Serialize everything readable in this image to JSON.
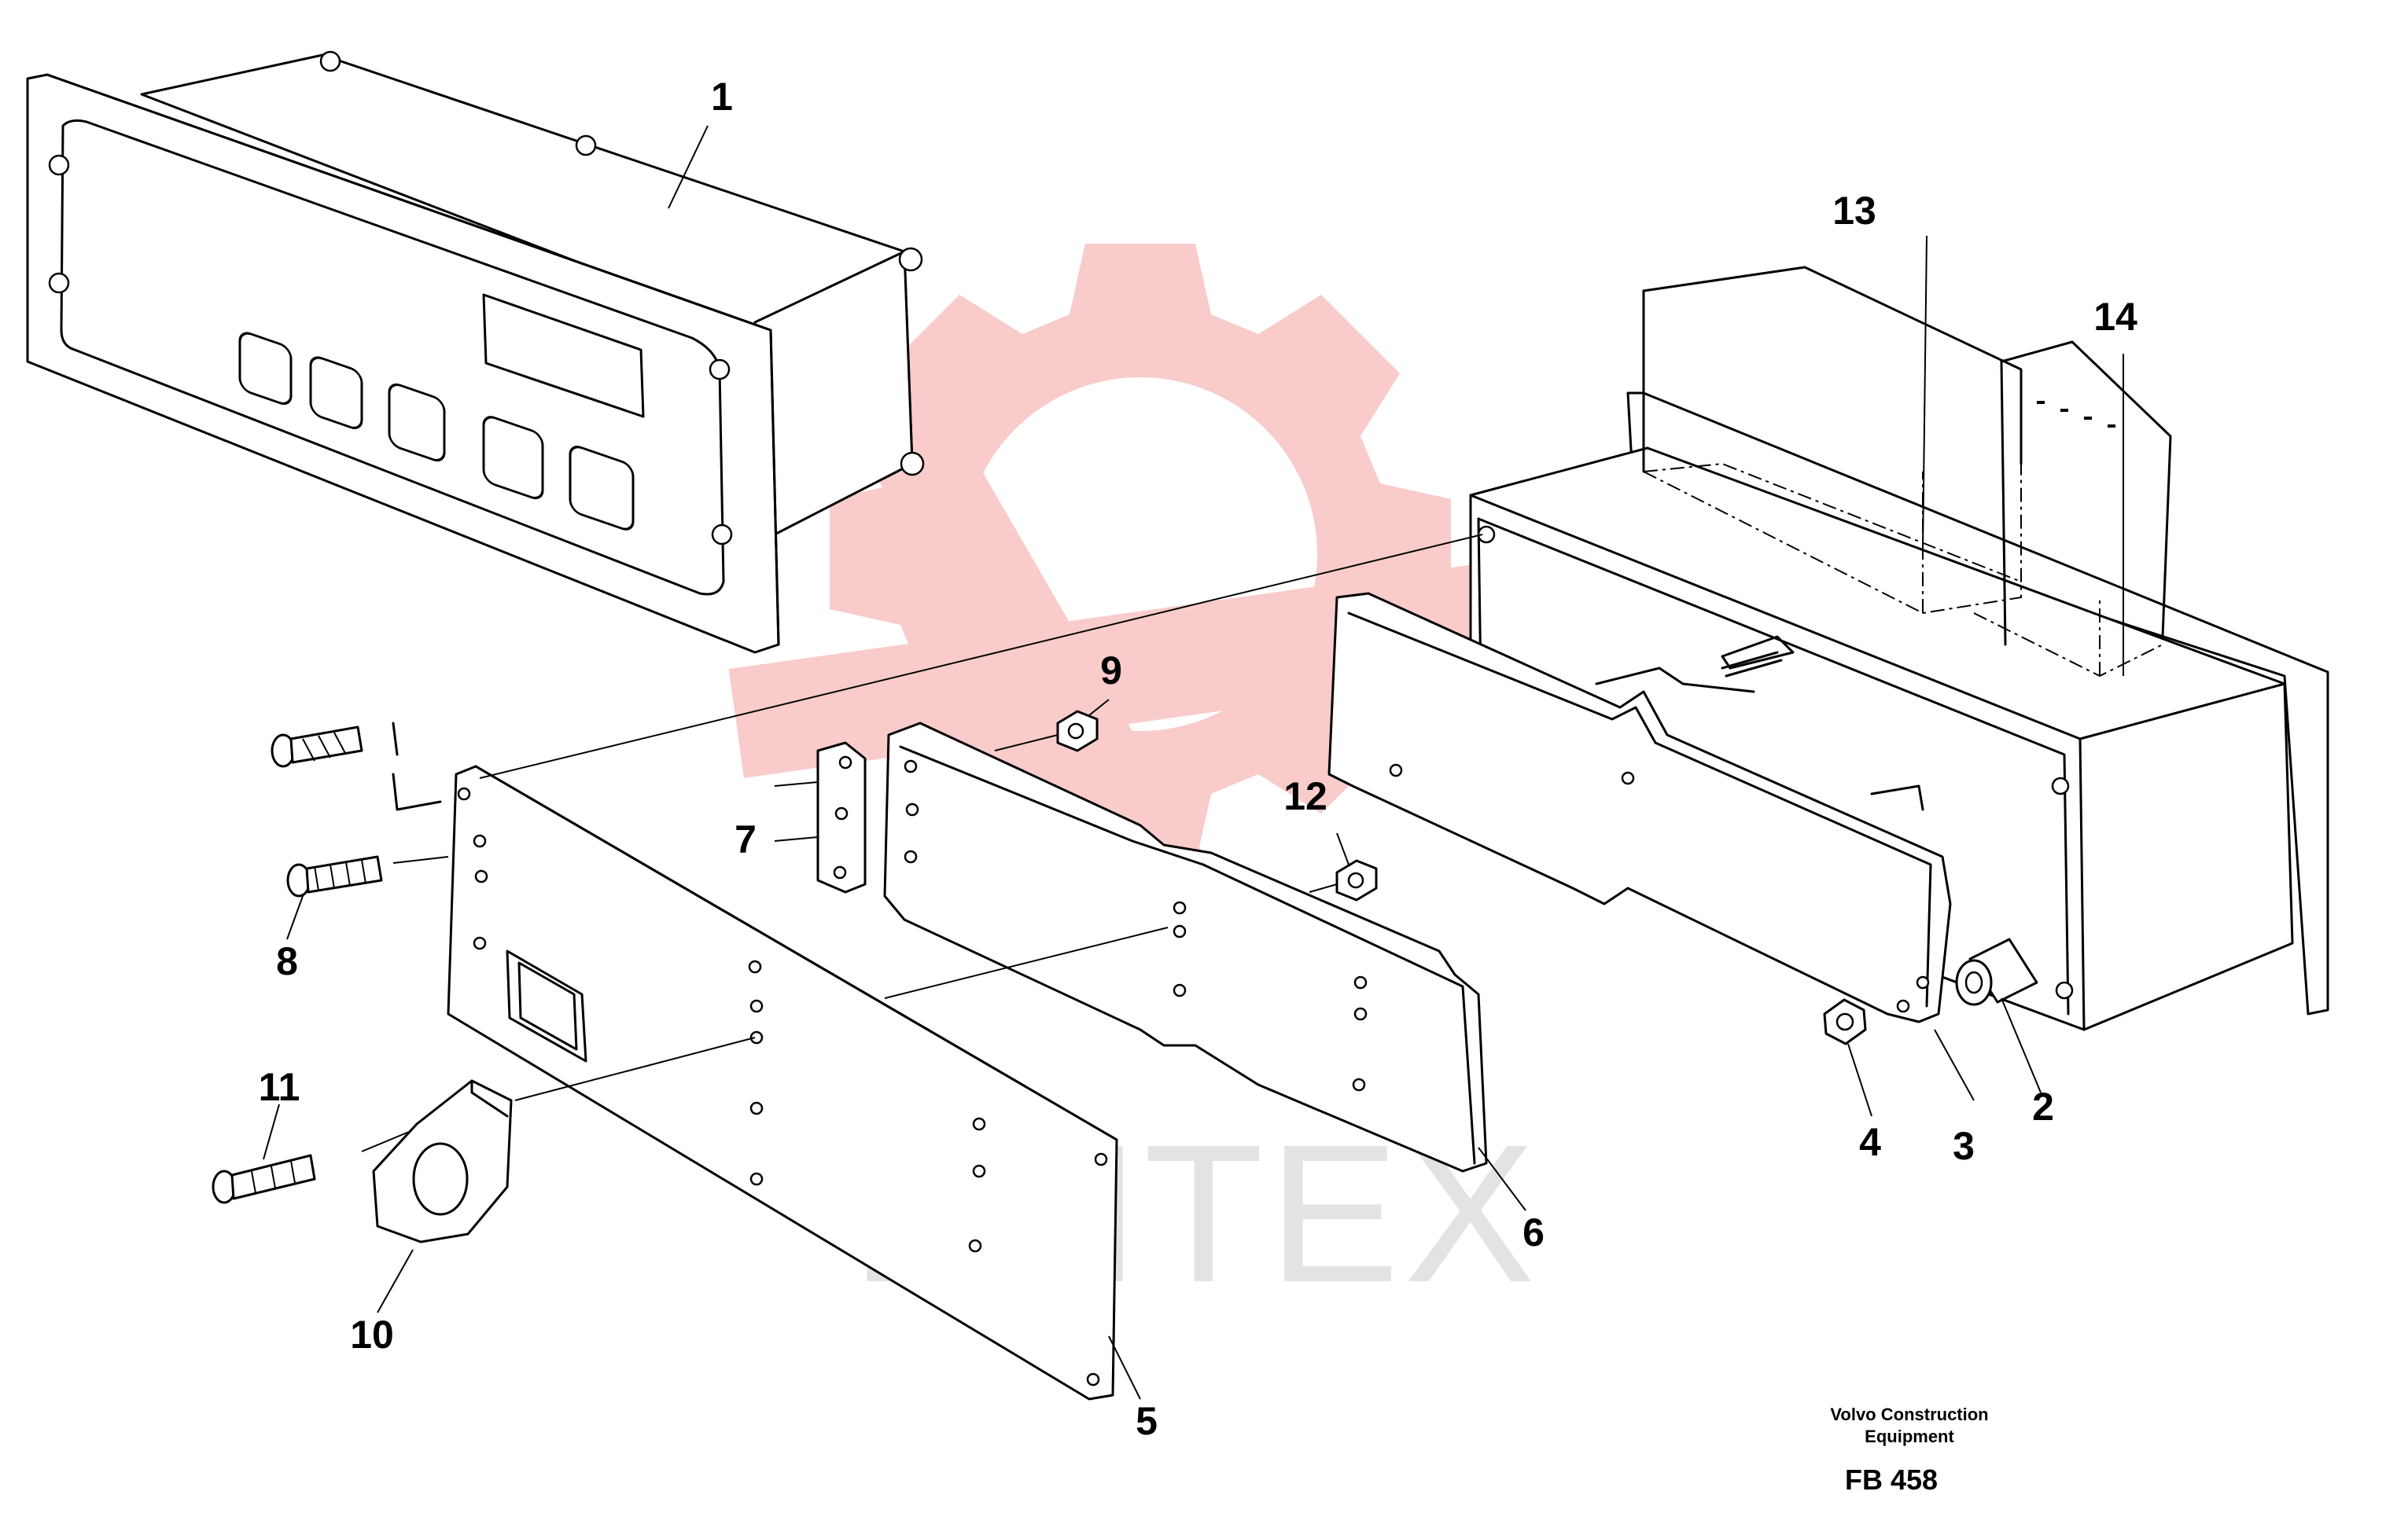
{
  "callouts": {
    "c1": "1",
    "c2": "2",
    "c3": "3",
    "c4": "4",
    "c5": "5",
    "c6": "6",
    "c7": "7",
    "c8": "8",
    "c9": "9",
    "c10": "10",
    "c11": "11",
    "c12": "12",
    "c13": "13",
    "c14": "14"
  },
  "footer": {
    "maker_line1": "Volvo Construction",
    "maker_line2": "Equipment",
    "code": "FB 458"
  },
  "watermark": {
    "text": "ИНТЕХ",
    "logo_color": "#f5b5b5",
    "text_color": "#e3e3e3"
  }
}
